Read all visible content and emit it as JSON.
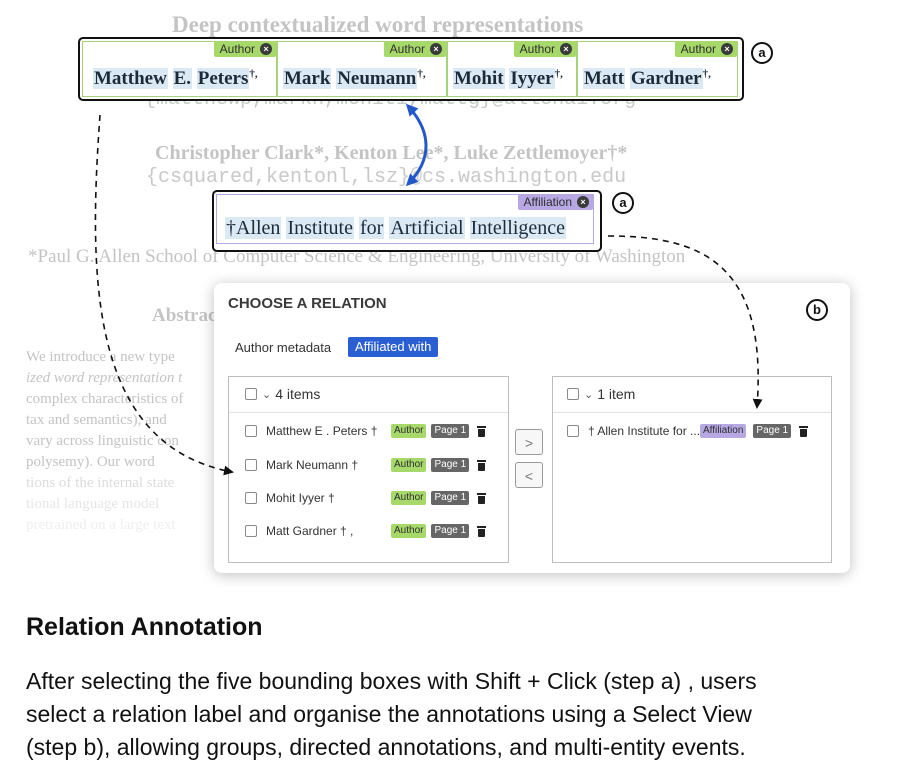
{
  "paper": {
    "title": "Deep contextualized word representations",
    "emails_1": "{matthewp,markn,mohiti,mattg}@allenai.org",
    "authors_2": "Christopher Clark*, Kenton Lee*, Luke Zettlemoyer†*",
    "emails_2": "{csquared,kentonl,lsz}@cs.washington.edu",
    "affiliation_2": "*Paul G. Allen School of Computer Science & Engineering, University of Washington",
    "abstract_heading": "Abstract",
    "abstract_lines": [
      "We introduce a new type",
      "ized word representation t",
      "complex characteristics of",
      "tax and semantics), and",
      "vary across linguistic con",
      "polysemy). Our word",
      "tions of the internal state",
      "tional language model",
      "pretrained on a large text"
    ]
  },
  "author_box": {
    "tag_label": "Author",
    "close_glyph": "×",
    "names": [
      {
        "first": "Matthew",
        "mid": "E.",
        "last": "Peters",
        "mark": "†,"
      },
      {
        "first": "Mark",
        "last": "Neumann",
        "mark": "†,"
      },
      {
        "first": "Mohit",
        "last": "Iyyer",
        "mark": "†,"
      },
      {
        "first": "Matt",
        "last": "Gardner",
        "mark": "†,"
      }
    ]
  },
  "affiliation_box": {
    "tag_label": "Affiliation",
    "close_glyph": "×",
    "words": [
      "†Allen",
      "Institute",
      "for",
      "Artificial",
      "Intelligence"
    ]
  },
  "step_labels": {
    "a": "a",
    "b": "b"
  },
  "dialog": {
    "title": "CHOOSE A RELATION",
    "tabs": [
      {
        "label": "Author metadata",
        "active": false
      },
      {
        "label": "Affiliated with",
        "active": true
      }
    ],
    "left_panel": {
      "header": "4 items",
      "items": [
        {
          "label": "Matthew E . Peters †",
          "tag": "Author",
          "page": "Page 1"
        },
        {
          "label": "Mark Neumann †",
          "tag": "Author",
          "page": "Page 1"
        },
        {
          "label": "Mohit Iyyer †",
          "tag": "Author",
          "page": "Page 1"
        },
        {
          "label": "Matt Gardner † ,",
          "tag": "Author",
          "page": "Page 1"
        }
      ]
    },
    "right_panel": {
      "header": "1 item",
      "items": [
        {
          "label": "† Allen Institute for ...",
          "tag": "Affiliation",
          "page": "Page 1"
        }
      ]
    },
    "move_right": ">",
    "move_left": "<",
    "chevron": "⌄"
  },
  "caption": {
    "heading": "Relation Annotation",
    "body": [
      "After selecting the five bounding boxes with Shift + Click (step a) , users",
      "select a relation label and organise the annotations using a Select View",
      "(step b), allowing groups, directed annotations, and multi-entity events."
    ]
  },
  "colors": {
    "author_tag": "#a6d96a",
    "affiliation_tag": "#b7a8e3",
    "active_tab": "#2a5fd3",
    "arrow_blue": "#2358c9",
    "page_tag": "#666666"
  }
}
